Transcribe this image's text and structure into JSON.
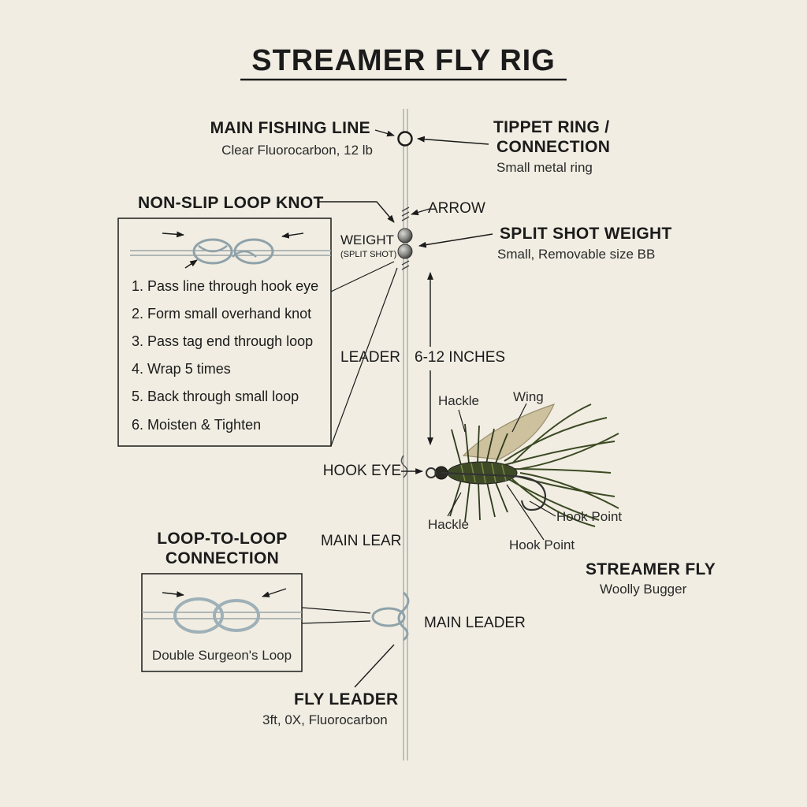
{
  "title": "STREAMER FLY RIG",
  "main_line": {
    "title": "MAIN FISHING LINE",
    "sub": "Clear Fluorocarbon, 12 lb"
  },
  "tippet_ring": {
    "title_line1": "TIPPET RING /",
    "title_line2": "CONNECTION",
    "sub": "Small metal ring"
  },
  "arrow_label": "ARROW",
  "weight": {
    "label": "WEIGHT",
    "sub": "(SPLIT SHOT)"
  },
  "split_shot": {
    "title": "SPLIT SHOT WEIGHT",
    "sub": "Small, Removable size BB"
  },
  "knot": {
    "title": "NON-SLIP LOOP KNOT",
    "steps": [
      "1. Pass line through hook eye",
      "2. Form small overhand knot",
      "3. Pass tag end through loop",
      "4. Wrap 5 times",
      "5. Back through small loop",
      "6. Moisten & Tighten"
    ]
  },
  "leader_label": "LEADER",
  "distance_label": "6-12 INCHES",
  "fly_parts": {
    "hackle_top": "Hackle",
    "wing": "Wing",
    "hackle_bottom": "Hackle",
    "hook_point_1": "Hook Point",
    "hook_point_2": "Hook Point"
  },
  "hook_eye": "HOOK EYE",
  "main_lear": "MAIN LEAR",
  "streamer_fly": {
    "title": "STREAMER FLY",
    "sub": "Woolly Bugger"
  },
  "loop": {
    "title_line1": "LOOP-TO-LOOP",
    "title_line2": "CONNECTION",
    "caption": "Double Surgeon's Loop"
  },
  "main_leader": "MAIN LEADER",
  "fly_leader": {
    "title": "FLY LEADER",
    "sub": "3ft, 0X, Fluorocarbon"
  },
  "colors": {
    "background": "#f1ede2",
    "ink": "#1b1b1b",
    "line": "#c9d2d6",
    "fly_body": "#3e4a26",
    "wing": "#c7ba93",
    "weight": "#8c8c88"
  }
}
